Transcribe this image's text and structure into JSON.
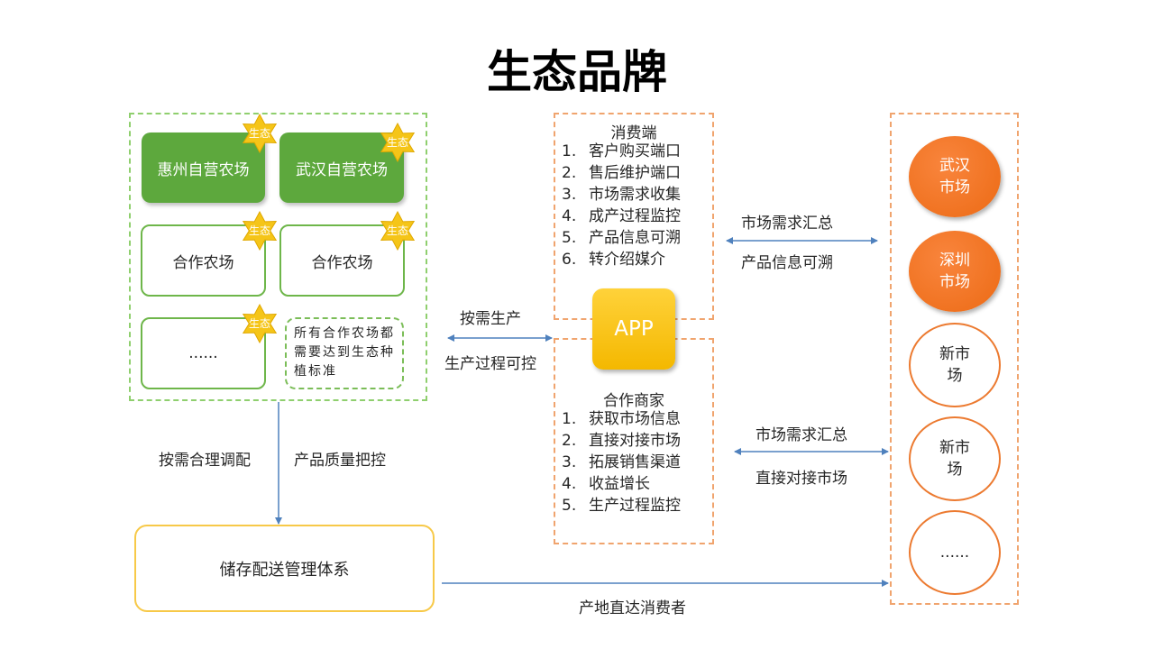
{
  "title": "生态品牌",
  "farms": {
    "own": [
      "惠州自营农场",
      "武汉自营农场"
    ],
    "coop": [
      "合作农场",
      "合作农场",
      "......"
    ],
    "note": "所有合作农场都需要达到生态种植标准",
    "badge": "生态"
  },
  "consumer": {
    "title": "消费端",
    "items": [
      {
        "num": "1.",
        "text": "客户购买端口"
      },
      {
        "num": "2.",
        "text": "售后维护端口"
      },
      {
        "num": "3.",
        "text": "市场需求收集"
      },
      {
        "num": "4.",
        "text": "成产过程监控"
      },
      {
        "num": "5.",
        "text": "产品信息可溯"
      },
      {
        "num": "6.",
        "text": "转介绍媒介"
      }
    ]
  },
  "app": "APP",
  "merchant": {
    "title": "合作商家",
    "items": [
      {
        "num": "1.",
        "text": "获取市场信息"
      },
      {
        "num": "2.",
        "text": "直接对接市场"
      },
      {
        "num": "3.",
        "text": "拓展销售渠道"
      },
      {
        "num": "4.",
        "text": "收益增长"
      },
      {
        "num": "5.",
        "text": "生产过程监控"
      }
    ]
  },
  "markets": {
    "wuhan": "武汉市场",
    "shenzhen": "深圳市场",
    "new1": "新市场",
    "new2": "新市场",
    "more": "......"
  },
  "storage": "储存配送管理体系",
  "labels": {
    "on_demand": "按需生产",
    "process_ctrl": "生产过程可控",
    "demand_summary_1": "市场需求汇总",
    "info_trace": "产品信息可溯",
    "demand_summary_2": "市场需求汇总",
    "direct_market": "直接对接市场",
    "allocate": "按需合理调配",
    "quality": "产品质量把控",
    "direct_consumer": "产地直达消费者"
  },
  "colors": {
    "green": "#5da83d",
    "orange": "#ec6a14",
    "yellow": "#f4b800",
    "arrow": "#4f81bd"
  }
}
